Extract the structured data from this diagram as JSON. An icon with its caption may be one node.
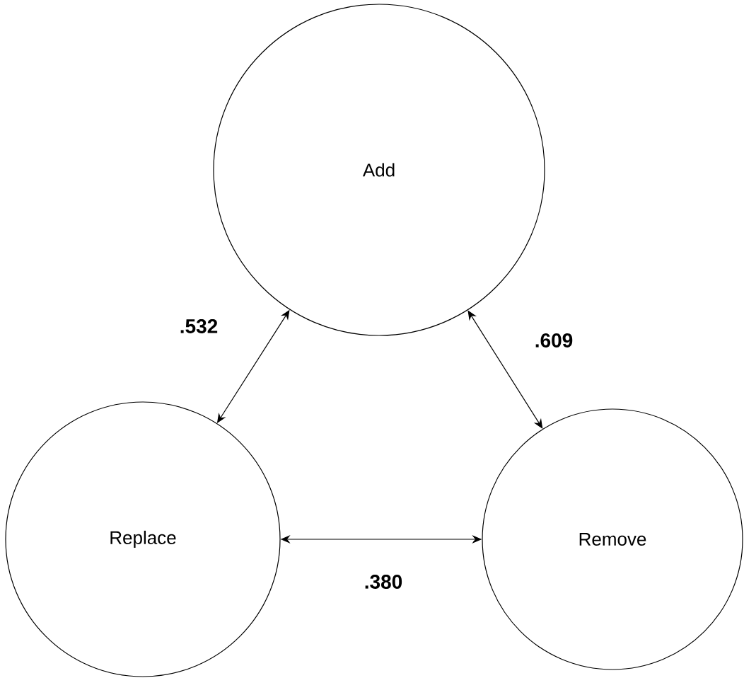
{
  "diagram": {
    "nodes": [
      {
        "text": [
          "Add"
        ]
      },
      {
        "text": [
          "Replace"
        ]
      },
      {
        "text": [
          "Remove"
        ]
      }
    ],
    "edges": [
      {
        "from": 0,
        "to": 1,
        "arrow": "both",
        "label": ".532"
      },
      {
        "from": 0,
        "to": 2,
        "arrow": "both",
        "label": ".609"
      },
      {
        "from": 1,
        "to": 2,
        "arrow": "both",
        "label": ".380"
      }
    ]
  }
}
